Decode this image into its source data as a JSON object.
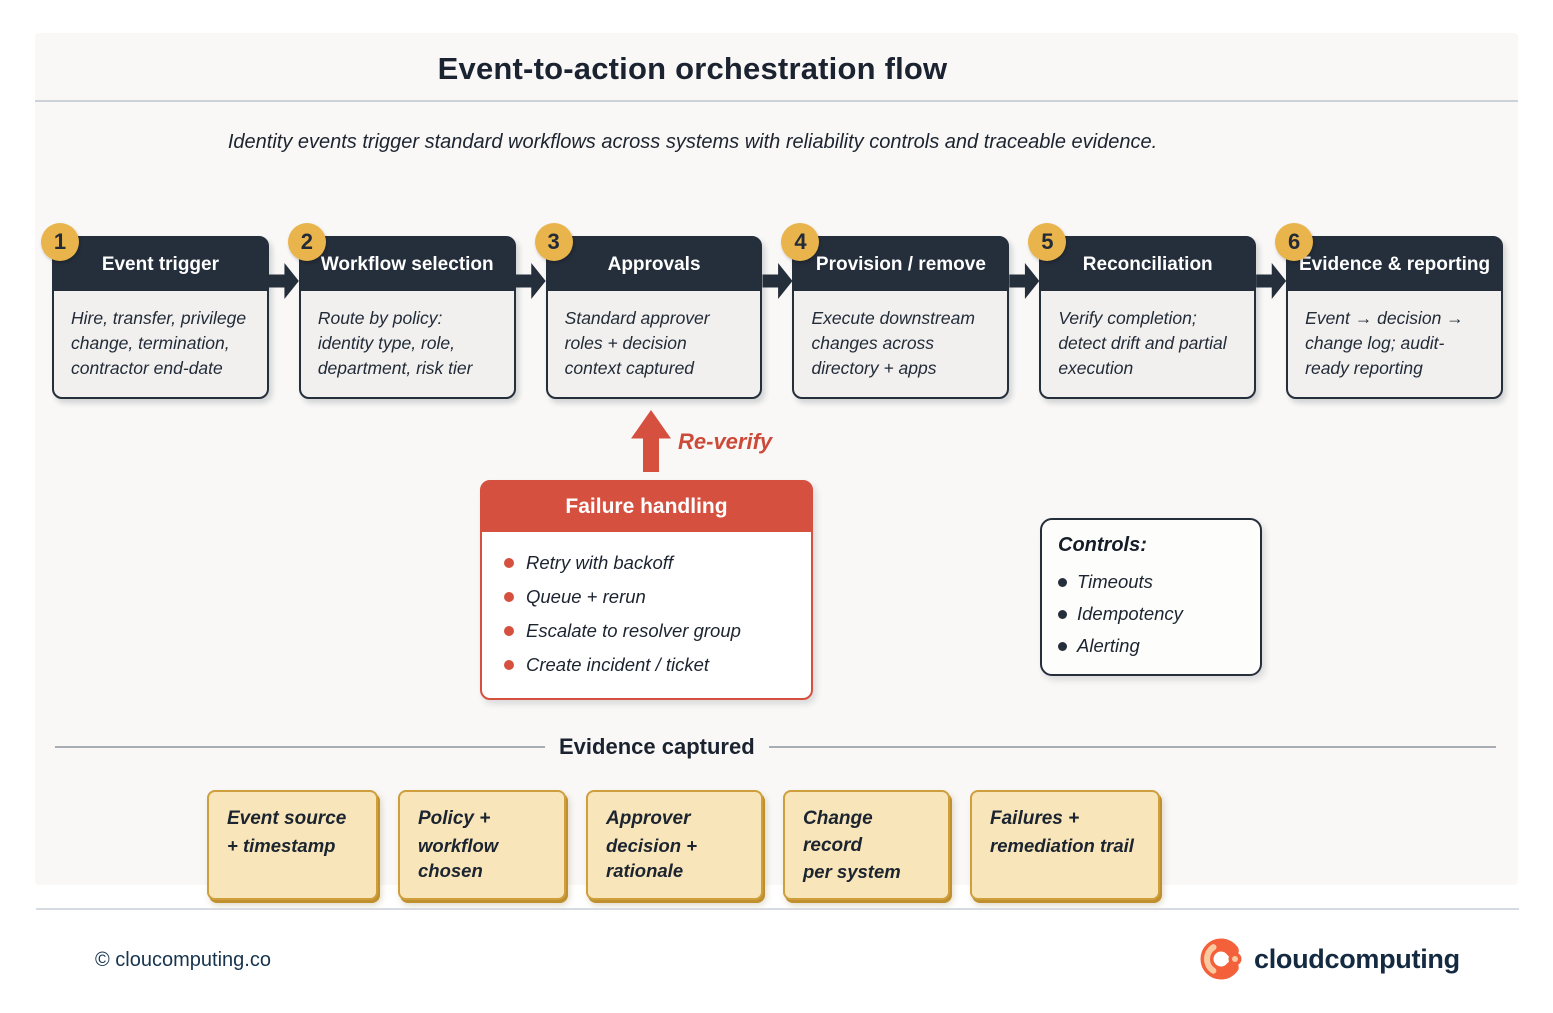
{
  "title": "Event-to-action orchestration flow",
  "subtitle": "Identity events trigger standard workflows across systems with reliability controls and traceable evidence.",
  "steps": [
    {
      "num": "1",
      "title": "Event trigger",
      "body": "Hire, transfer, privilege change, termination, contractor end-date"
    },
    {
      "num": "2",
      "title": "Workflow selection",
      "body": "Route by policy: identity type, role, department, risk tier"
    },
    {
      "num": "3",
      "title": "Approvals",
      "body": "Standard approver roles + decision context captured"
    },
    {
      "num": "4",
      "title": "Provision / remove",
      "body": "Execute downstream changes across directory + apps"
    },
    {
      "num": "5",
      "title": "Reconciliation",
      "body": "Verify completion; detect drift and partial execution"
    },
    {
      "num": "6",
      "title": "Evidence & reporting",
      "body": "Event → decision → change log; audit-ready reporting"
    }
  ],
  "reverify_label": "Re-verify",
  "failure_handling": {
    "title": "Failure handling",
    "items": [
      "Retry with backoff",
      "Queue + rerun",
      "Escalate to resolver group",
      "Create incident / ticket"
    ]
  },
  "controls": {
    "title": "Controls:",
    "items": [
      "Timeouts",
      "Idempotency",
      "Alerting"
    ]
  },
  "evidence": {
    "title": "Evidence captured",
    "items": [
      {
        "line1": "Event source",
        "line2": "+ timestamp"
      },
      {
        "line1": "Policy +",
        "line2": "workflow chosen"
      },
      {
        "line1": "Approver",
        "line2": "decision + rationale"
      },
      {
        "line1": "Change record",
        "line2": "per system"
      },
      {
        "line1": "Failures +",
        "line2": "remediation trail"
      }
    ]
  },
  "footer": {
    "copyright": "© cloucomputing.co",
    "brand": "cloudcomputing"
  },
  "colors": {
    "navy": "#252e3b",
    "gold_badge": "#e9b44c",
    "red_accent": "#d5503f",
    "cream_fill": "#f8e6ba",
    "cream_border": "#cf9f3e",
    "brand_orange": "#f4603a",
    "footer_navy": "#17344e"
  }
}
